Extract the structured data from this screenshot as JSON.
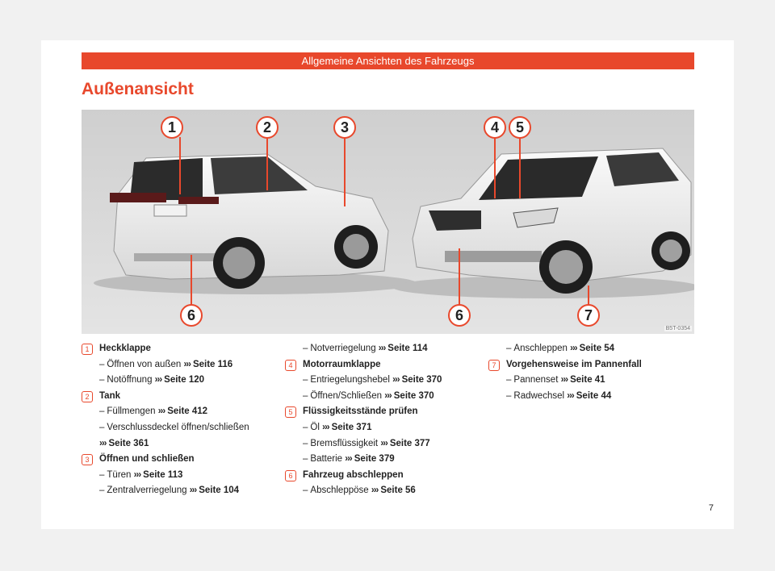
{
  "header": {
    "banner": "Allgemeine Ansichten des Fahrzeugs"
  },
  "page_title": "Außenansicht",
  "figure": {
    "code": "B5T-0354",
    "markers": [
      "1",
      "2",
      "3",
      "4",
      "5",
      "6",
      "6",
      "7"
    ]
  },
  "arrow": "›››",
  "columns": [
    [
      {
        "num": "1",
        "title": "Heckklappe",
        "items": [
          {
            "text": "Öffnen von außen",
            "ref": "Seite 116"
          },
          {
            "text": "Notöffnung",
            "ref": "Seite 120"
          }
        ]
      },
      {
        "num": "2",
        "title": "Tank",
        "items": [
          {
            "text": "Füllmengen",
            "ref": "Seite 412"
          },
          {
            "text": "Verschlussdeckel öffnen/schließen",
            "ref": "Seite 361"
          }
        ]
      },
      {
        "num": "3",
        "title": "Öffnen und schließen",
        "items": [
          {
            "text": "Türen",
            "ref": "Seite 113"
          },
          {
            "text": "Zentralverriegelung",
            "ref": "Seite 104"
          }
        ]
      }
    ],
    [
      {
        "num": "",
        "title": "",
        "items": [
          {
            "text": "Notverriegelung",
            "ref": "Seite 114"
          }
        ]
      },
      {
        "num": "4",
        "title": "Motorraumklappe",
        "items": [
          {
            "text": "Entriegelungshebel",
            "ref": "Seite 370"
          },
          {
            "text": "Öffnen/Schließen",
            "ref": "Seite 370"
          }
        ]
      },
      {
        "num": "5",
        "title": "Flüssigkeitsstände prüfen",
        "items": [
          {
            "text": "Öl",
            "ref": "Seite 371"
          },
          {
            "text": "Bremsflüssigkeit",
            "ref": "Seite 377"
          },
          {
            "text": "Batterie",
            "ref": "Seite 379"
          }
        ]
      },
      {
        "num": "6",
        "title": "Fahrzeug abschleppen",
        "items": [
          {
            "text": "Abschleppöse",
            "ref": "Seite 56"
          }
        ]
      }
    ],
    [
      {
        "num": "",
        "title": "",
        "items": [
          {
            "text": "Anschleppen",
            "ref": "Seite 54"
          }
        ]
      },
      {
        "num": "7",
        "title": "Vorgehensweise im Pannenfall",
        "items": [
          {
            "text": "Pannenset",
            "ref": "Seite 41"
          },
          {
            "text": "Radwechsel",
            "ref": "Seite 44"
          }
        ]
      }
    ]
  ],
  "page_number": "7"
}
